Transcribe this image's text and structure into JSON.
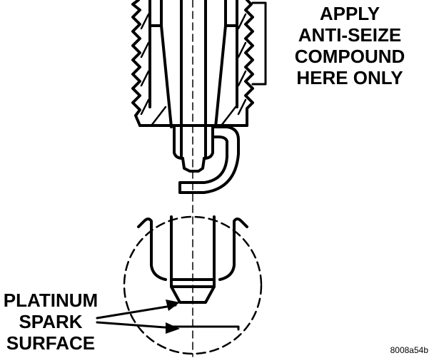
{
  "callouts": {
    "anti_seize": [
      "APPLY",
      "ANTI-SEIZE",
      "COMPOUND",
      "HERE ONLY"
    ],
    "platinum": [
      "PLATINUM",
      "SPARK",
      "SURFACE"
    ]
  },
  "figure_ref": "8008a54b",
  "colors": {
    "ink": "#000000",
    "paper": "#ffffff"
  }
}
